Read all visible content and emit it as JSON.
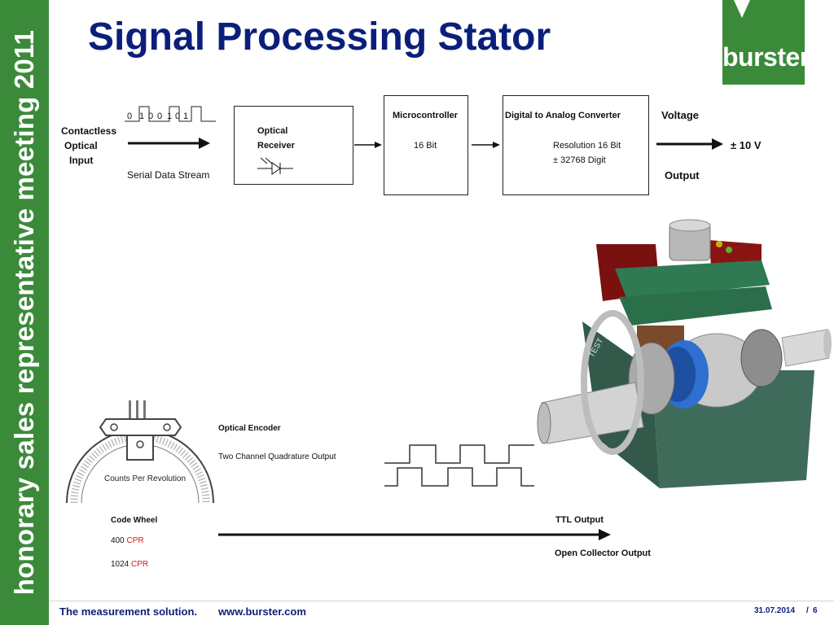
{
  "sidebar": {
    "text": "honorary sales representative meeting 2011"
  },
  "title": "Signal Processing Stator",
  "logo": {
    "text": "burster"
  },
  "flow": {
    "input_label": [
      "Contactless",
      "Optical",
      "Input"
    ],
    "bits": [
      "0",
      "1",
      "0",
      "0",
      "1",
      "0",
      "1"
    ],
    "serial_label": "Serial Data Stream",
    "receiver": {
      "line1": "Optical",
      "line2": "Receiver"
    },
    "micro": {
      "title": "Microcontroller",
      "detail": "16 Bit"
    },
    "dac": {
      "title": "Digital to Analog Converter",
      "line1": "Resolution 16 Bit",
      "line2": "± 32768 Digit"
    },
    "voltage_label": "Voltage",
    "voltage_value": "± 10 V",
    "output_label": "Output"
  },
  "encoder": {
    "title": "Optical Encoder",
    "subtitle": "Two Channel Quadrature Output",
    "wheel_label": "Counts Per Revolution",
    "code_wheel": "Code Wheel",
    "cpr_a_num": "400 ",
    "cpr_a_unit": "CPR",
    "cpr_b_num": "1024 ",
    "cpr_b_unit": "CPR",
    "ttl": "TTL Output",
    "open_collector": "Open Collector Output"
  },
  "photo": {
    "label": "TEST"
  },
  "footer": {
    "tagline": "The measurement solution.",
    "url": "www.burster.com",
    "date": "31.07.2014",
    "sep": "/",
    "page": "6"
  },
  "colors": {
    "brand_green": "#3b8a3a",
    "title_blue": "#0b1f7a",
    "accent_red": "#d21a1a"
  }
}
